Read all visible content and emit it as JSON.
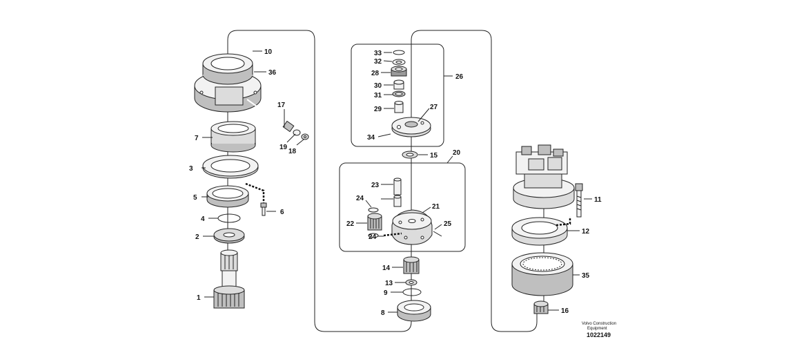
{
  "diagram": {
    "callouts": {
      "p1": "1",
      "p2": "2",
      "p3": "3",
      "p4": "4",
      "p5": "5",
      "p6": "6",
      "p7": "7",
      "p8": "8",
      "p9": "9",
      "p10": "10",
      "p11": "11",
      "p12": "12",
      "p13": "13",
      "p14": "14",
      "p15": "15",
      "p16": "16",
      "p17": "17",
      "p18": "18",
      "p19": "19",
      "p20": "20",
      "p21": "21",
      "p22": "22",
      "p23": "23",
      "p24a": "24",
      "p24b": "24",
      "p25": "25",
      "p26": "26",
      "p27": "27",
      "p28": "28",
      "p29": "29",
      "p30": "30",
      "p31": "31",
      "p32": "32",
      "p33": "33",
      "p34": "34",
      "p35": "35",
      "p36": "36"
    },
    "footer": {
      "line1": "Volvo Construction",
      "line2": "Equipment",
      "number": "1022149"
    }
  }
}
